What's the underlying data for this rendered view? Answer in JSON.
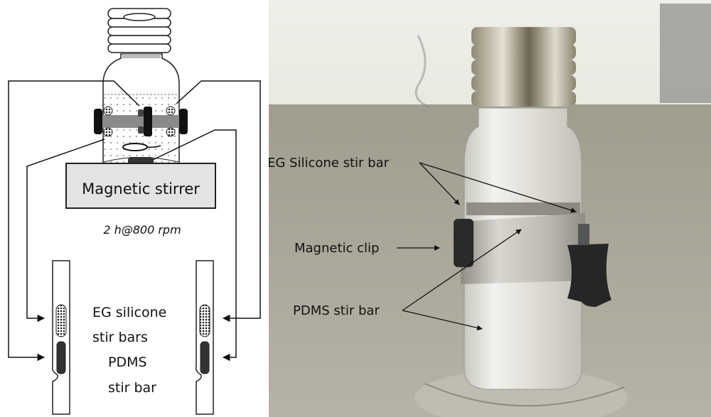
{
  "schematic": {
    "stirrer_label": "Magnetic stirrer",
    "condition_label": "2 h@800 rpm",
    "legend_line1": "EG silicone",
    "legend_line2": "stir bars",
    "legend_line3": "PDMS",
    "legend_line4": "stir bar"
  },
  "photo": {
    "label_eg": "EG Silicone stir bar",
    "label_clip": "Magnetic clip",
    "label_pdms": "PDMS stir bar"
  },
  "colors": {
    "line": "#111111",
    "stirrer_fill": "#e3e3e3",
    "band_fill": "#8a8a8a",
    "photo_bg": "#a7a495",
    "photo_wall": "#e6e4dc",
    "metal": "#b9b4a6"
  }
}
